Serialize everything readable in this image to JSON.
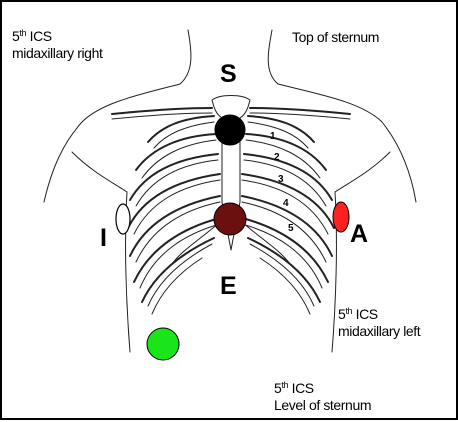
{
  "labels": {
    "right_ics": {
      "ics_num": "5",
      "ics_sup": "th",
      "ics_text": " ICS",
      "line2": "midaxillary right"
    },
    "top_sternum": "Top of sternum",
    "left_ics": {
      "ics_num": "5",
      "ics_sup": "th",
      "ics_text": " ICS",
      "line2": "midaxillary left"
    },
    "bottom_ics": {
      "ics_num": "5",
      "ics_sup": "th",
      "ics_text": " ICS",
      "line2": "Level of sternum"
    }
  },
  "electrodes": {
    "S": {
      "letter": "S",
      "color": "#000000"
    },
    "E": {
      "letter": "E",
      "color": "#6b0f0f"
    },
    "A": {
      "letter": "A",
      "color": "#ff2020"
    },
    "I": {
      "letter": "I",
      "color": "#ffffff"
    },
    "ground": {
      "color": "#19e619"
    }
  },
  "ribs": [
    "1",
    "2",
    "3",
    "4",
    "5"
  ]
}
